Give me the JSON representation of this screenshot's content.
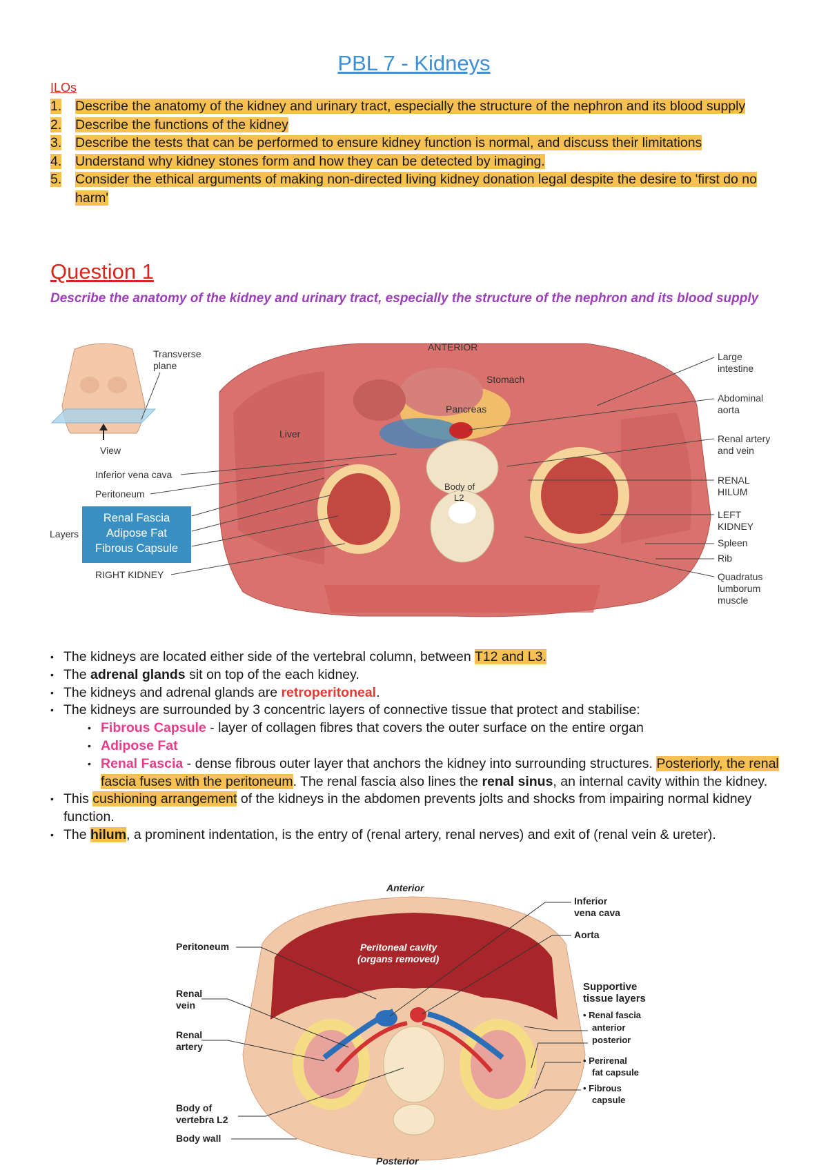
{
  "title": "PBL 7 - Kidneys",
  "ilos_heading": "ILOs",
  "ilos": [
    {
      "num": "1.",
      "text": "Describe the anatomy of the kidney and urinary tract, especially the structure of the nephron and its blood supply"
    },
    {
      "num": "2.",
      "text": "Describe the functions of the kidney"
    },
    {
      "num": "3.",
      "text": "Describe the tests that can be performed to ensure kidney function is normal, and discuss their limitations"
    },
    {
      "num": "4.",
      "text": "Understand why kidney stones form and how they can be detected by imaging."
    },
    {
      "num": "5.",
      "text": "Consider the ethical arguments of making non-directed living kidney donation legal despite the desire to 'first do no harm'"
    }
  ],
  "question1": {
    "heading": "Question 1",
    "subtitle": "Describe the anatomy of the kidney and urinary tract, especially the structure of the nephron and its blood supply"
  },
  "figure1": {
    "anterior": "ANTERIOR",
    "transverse_plane": [
      "Transverse",
      "plane"
    ],
    "view": "View",
    "left_labels": [
      "Inferior vena cava",
      "Peritoneum",
      "Layers",
      "RIGHT KIDNEY"
    ],
    "inner_labels": [
      "Stomach",
      "Pancreas",
      "Liver",
      "Body of",
      "L2"
    ],
    "layers_box": [
      "Renal Fascia",
      "Adipose Fat",
      "Fibrous Capsule"
    ],
    "right_labels": {
      "large_intestine": [
        "Large",
        "intestine"
      ],
      "abdominal_aorta": [
        "Abdominal",
        "aorta"
      ],
      "renal_artery_vein": [
        "Renal artery",
        "and vein"
      ],
      "renal_hilum": [
        "RENAL",
        "HILUM"
      ],
      "left_kidney": [
        "LEFT",
        "KIDNEY"
      ],
      "spleen": "Spleen",
      "rib": "Rib",
      "quadratus": [
        "Quadratus",
        "lumborum",
        "muscle"
      ]
    }
  },
  "bullets": {
    "b1_text": "The kidneys are located either side of the vertebral column, between ",
    "b1_hl": "T12 and L3.",
    "b2_pre": "The ",
    "b2_bold": "adrenal glands",
    "b2_post": " sit on top of the each kidney.",
    "b3_pre": "The kidneys and adrenal glands are ",
    "b3_red": "retroperitoneal",
    "b3_post": ".",
    "b4": "The kidneys are surrounded by 3 concentric layers of connective tissue that protect and stabilise:",
    "s1_pink": "Fibrous Capsule",
    "s1_text": " - layer of collagen fibres that covers the outer surface on the entire organ",
    "s2_pink": "Adipose Fat",
    "s3_pink": "Renal Fascia",
    "s3_text": " - dense fibrous outer layer that anchors the kidney into surrounding structures. ",
    "s3_hl": "Posteriorly, the renal fascia fuses with the peritoneum",
    "s3_text2": ". The renal fascia also lines the ",
    "s3_bold": "renal sinus",
    "s3_text3": ", an internal cavity within the kidney.",
    "b5_pre": "This ",
    "b5_hl": "cushioning arrangement",
    "b5_post": " of the kidneys in the abdomen prevents jolts and shocks from impairing normal kidney function.",
    "b6_pre": "The ",
    "b6_hl": "hilum",
    "b6_post": ", a prominent indentation, is the entry of (renal artery, renal nerves) and exit of (renal vein & ureter)."
  },
  "figure2": {
    "anterior": "Anterior",
    "posterior": "Posterior",
    "peritoneal_cavity": [
      "Peritoneal cavity",
      "(organs removed)"
    ],
    "left_labels": {
      "peritoneum": "Peritoneum",
      "renal_vein": [
        "Renal",
        "vein"
      ],
      "renal_artery": [
        "Renal",
        "artery"
      ],
      "body_vertebra": [
        "Body of",
        "vertebra L2"
      ],
      "body_wall": "Body wall"
    },
    "right_labels": {
      "ivc": [
        "Inferior",
        "vena cava"
      ],
      "aorta": "Aorta",
      "supportive": [
        "Supportive",
        "tissue layers"
      ],
      "renal_fascia": "• Renal fascia",
      "anterior": "anterior",
      "posterior": "posterior",
      "perirenal": [
        "• Perirenal",
        "fat capsule"
      ],
      "fibrous": [
        "• Fibrous",
        "capsule"
      ]
    }
  }
}
